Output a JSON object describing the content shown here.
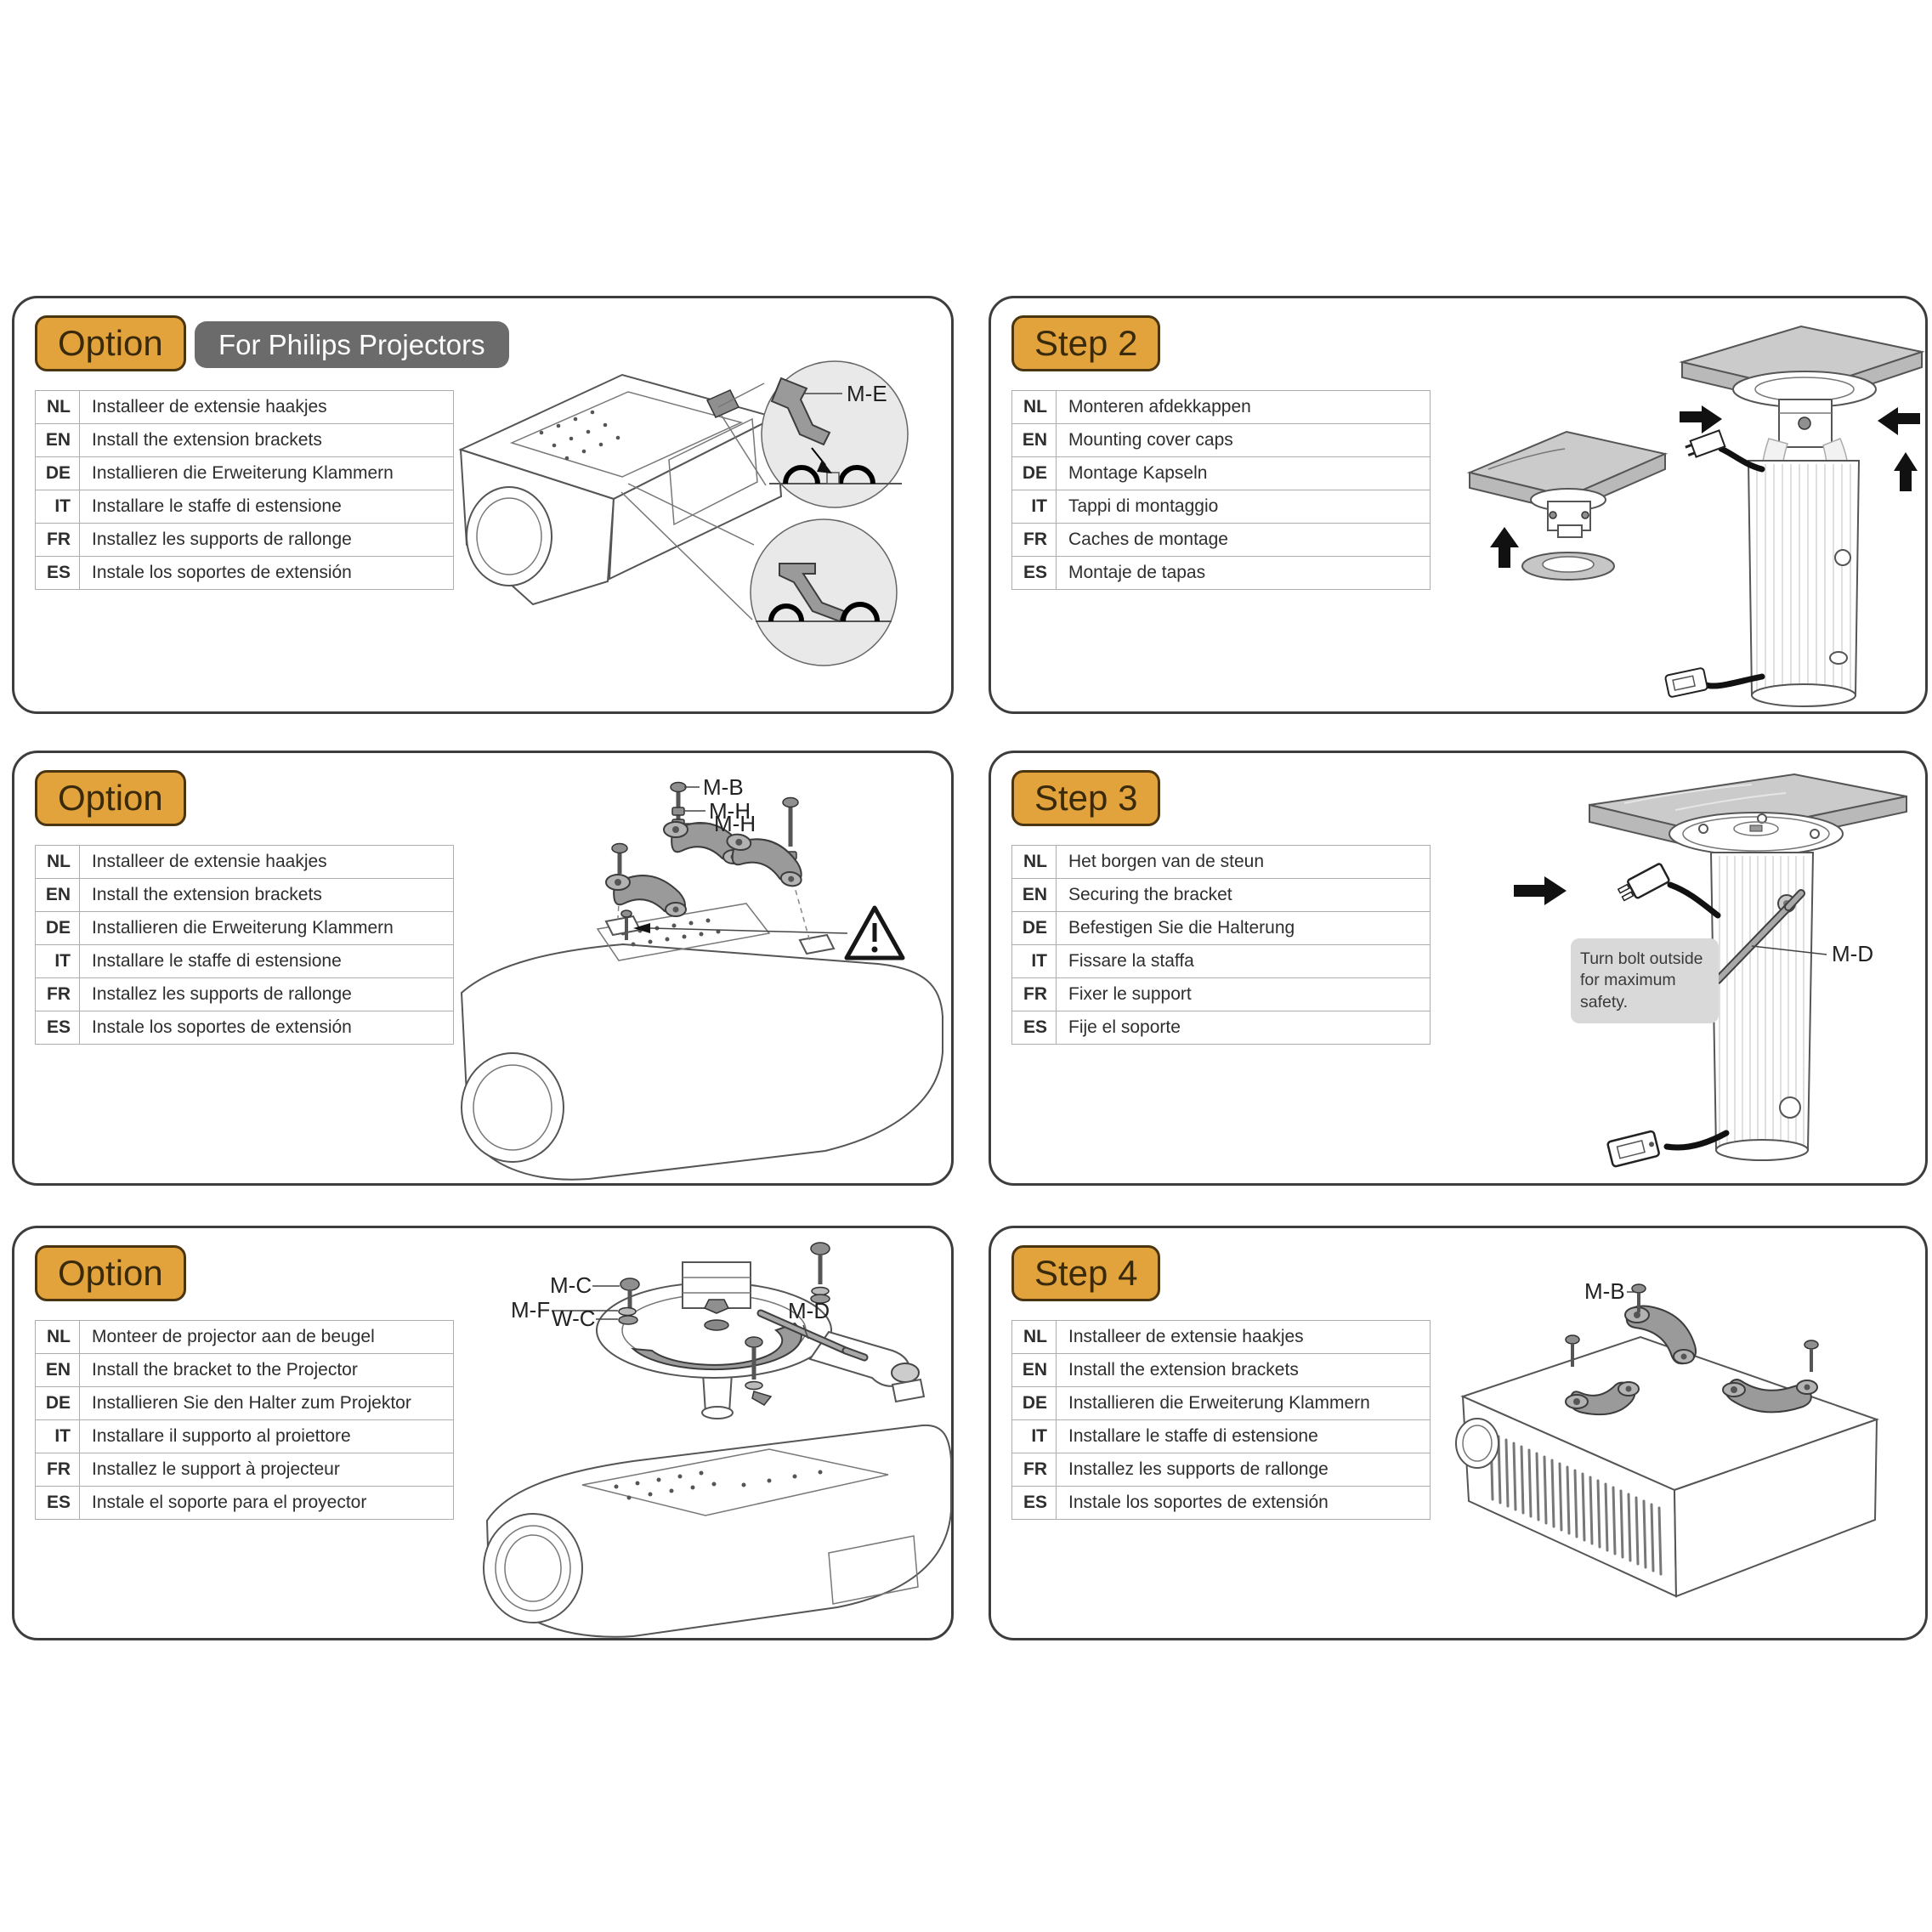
{
  "colors": {
    "badge_orange": "#E2A33C",
    "badge_border": "#4B3511",
    "badge_text": "#3A2A0C",
    "tag_gray": "#6B6B6B",
    "tag_text": "#FFFFFF",
    "panel_border": "#3D3D3D",
    "table_border": "#ADADAD",
    "body_text": "#2E2E2E",
    "note_bg": "#D9D9D9",
    "callout_fill": "#E9E9E9",
    "part_gray": "#9A9A9A"
  },
  "panels": [
    {
      "name": "option-philips",
      "badge": "Option",
      "tag": "For Philips Projectors",
      "rows": [
        {
          "lang": "NL",
          "text": "Installeer de extensie haakjes"
        },
        {
          "lang": "EN",
          "text": "Install the extension brackets"
        },
        {
          "lang": "DE",
          "text": "Installieren die Erweiterung Klammern"
        },
        {
          "lang": "IT",
          "text": "Installare le staffe di estensione"
        },
        {
          "lang": "FR",
          "text": "Installez les supports de rallonge"
        },
        {
          "lang": "ES",
          "text": "Instale los soportes de extensión"
        }
      ],
      "parts": {
        "me": "M-E"
      }
    },
    {
      "name": "step-2",
      "badge": "Step 2",
      "rows": [
        {
          "lang": "NL",
          "text": "Monteren afdekkappen"
        },
        {
          "lang": "EN",
          "text": "Mounting cover caps"
        },
        {
          "lang": "DE",
          "text": "Montage Kapseln"
        },
        {
          "lang": "IT",
          "text": "Tappi di montaggio"
        },
        {
          "lang": "FR",
          "text": "Caches de montage"
        },
        {
          "lang": "ES",
          "text": "Montaje de tapas"
        }
      ]
    },
    {
      "name": "option-extension-brackets",
      "badge": "Option",
      "rows": [
        {
          "lang": "NL",
          "text": "Installeer de extensie haakjes"
        },
        {
          "lang": "EN",
          "text": "Install the extension brackets"
        },
        {
          "lang": "DE",
          "text": "Installieren die Erweiterung Klammern"
        },
        {
          "lang": "IT",
          "text": "Installare le staffe di estensione"
        },
        {
          "lang": "FR",
          "text": "Installez les supports de rallonge"
        },
        {
          "lang": "ES",
          "text": "Instale los soportes de extensión"
        }
      ],
      "parts": {
        "mb": "M-B",
        "mh1": "M-H",
        "mh2": "M-H"
      }
    },
    {
      "name": "step-3",
      "badge": "Step 3",
      "rows": [
        {
          "lang": "NL",
          "text": "Het borgen van de steun"
        },
        {
          "lang": "EN",
          "text": "Securing the bracket"
        },
        {
          "lang": "DE",
          "text": "Befestigen Sie die Halterung"
        },
        {
          "lang": "IT",
          "text": "Fissare la staffa"
        },
        {
          "lang": "FR",
          "text": "Fixer le support"
        },
        {
          "lang": "ES",
          "text": "Fije el soporte"
        }
      ],
      "parts": {
        "md": "M-D"
      },
      "note": "Turn bolt outside for maximum safety."
    },
    {
      "name": "option-install-bracket",
      "badge": "Option",
      "rows": [
        {
          "lang": "NL",
          "text": "Monteer de projector aan de beugel"
        },
        {
          "lang": "EN",
          "text": "Install the bracket to the Projector"
        },
        {
          "lang": "DE",
          "text": "Installieren Sie den Halter zum Projektor"
        },
        {
          "lang": "IT",
          "text": "Installare il supporto al proiettore"
        },
        {
          "lang": "FR",
          "text": "Installez le support à projecteur"
        },
        {
          "lang": "ES",
          "text": "Instale el soporte para el proyector"
        }
      ],
      "parts": {
        "mc": "M-C",
        "mf": "M-F",
        "wc": "W-C",
        "md": "M-D"
      }
    },
    {
      "name": "step-4",
      "badge": "Step 4",
      "rows": [
        {
          "lang": "NL",
          "text": "Installeer de extensie haakjes"
        },
        {
          "lang": "EN",
          "text": "Install the extension brackets"
        },
        {
          "lang": "DE",
          "text": "Installieren die Erweiterung Klammern"
        },
        {
          "lang": "IT",
          "text": "Installare le staffe di estensione"
        },
        {
          "lang": "FR",
          "text": "Installez les supports de rallonge"
        },
        {
          "lang": "ES",
          "text": "Instale los soportes de extensión"
        }
      ],
      "parts": {
        "mb": "M-B"
      }
    }
  ]
}
